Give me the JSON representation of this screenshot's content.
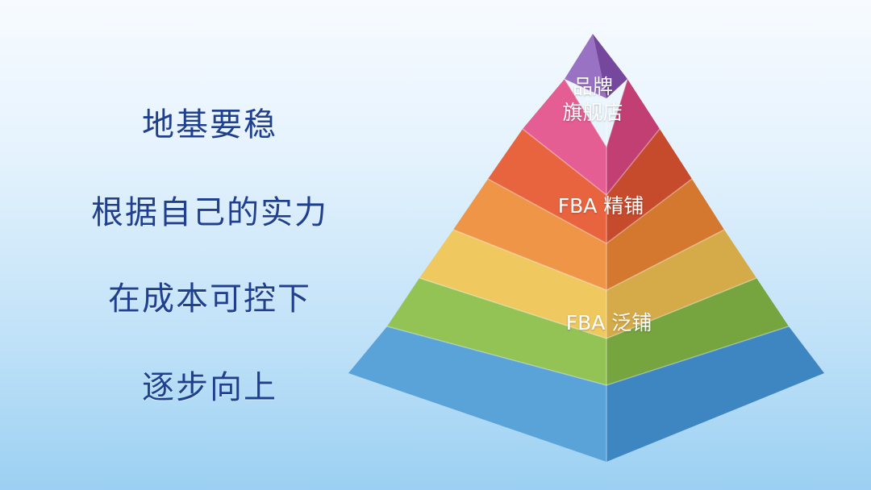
{
  "slogans": [
    "地基要稳",
    "根据自己的实力",
    "在成本可控下",
    "逐步向上"
  ],
  "pyramid": {
    "labels": {
      "top_line1": "品牌",
      "top_line2": "旗舰店",
      "middle": "FBA 精铺",
      "lower": "FBA 泛铺"
    },
    "tier_colors": {
      "purple": "#8a5fb5",
      "pink": "#d94f86",
      "red": "#e0583a",
      "orange": "#ea8a3c",
      "yellow": "#ecc15a",
      "green": "#8fbd52",
      "blue": "#4d9ad3"
    }
  },
  "colors": {
    "slogan_text": "#1f3f8f",
    "tier_label_text": "#ffffff"
  }
}
